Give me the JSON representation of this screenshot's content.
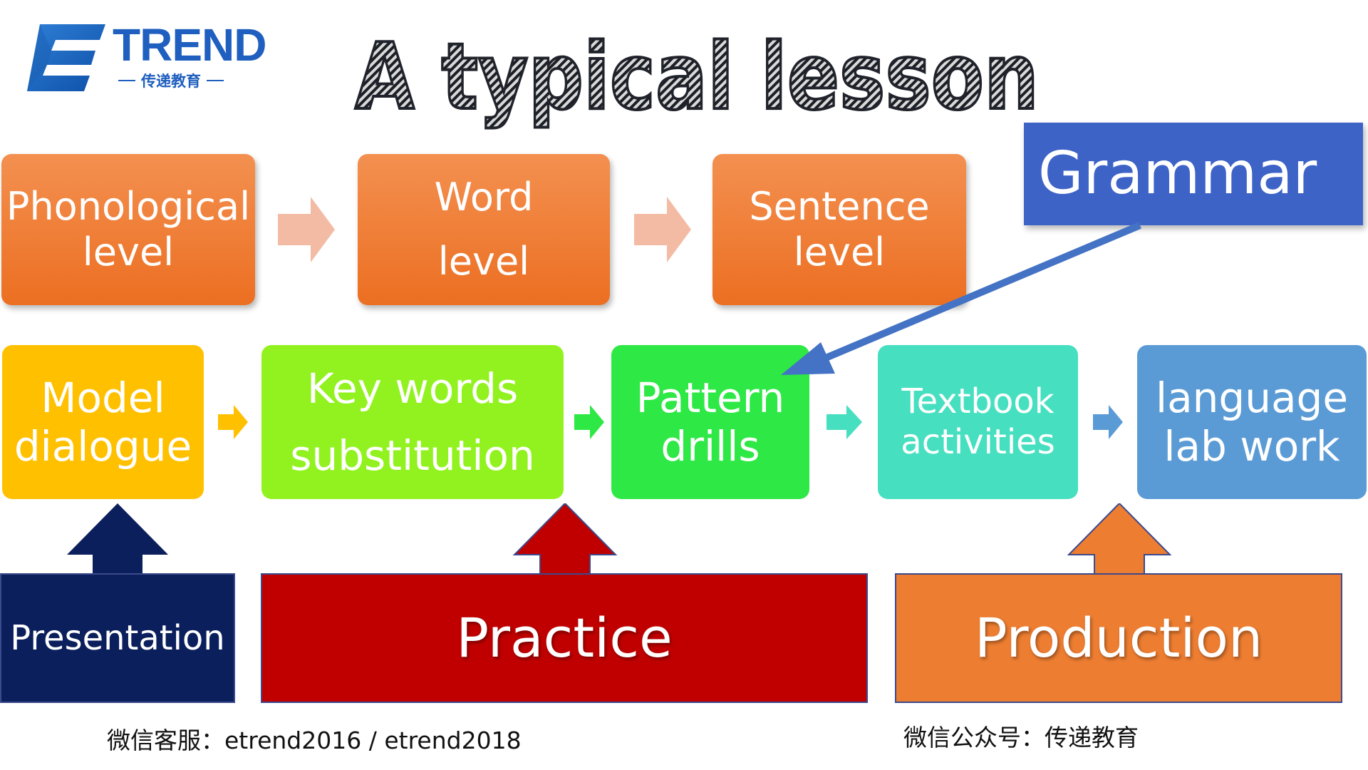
{
  "logo": {
    "brand": "TREND",
    "tagline": "传递教育"
  },
  "title": "A typical lesson",
  "levels": [
    {
      "lines": [
        "Phonological",
        "level"
      ]
    },
    {
      "lines": [
        "Word",
        "level"
      ]
    },
    {
      "lines": [
        "Sentence",
        "level"
      ]
    }
  ],
  "grammar": "Grammar",
  "steps": [
    {
      "lines": [
        "Model",
        "dialogue"
      ]
    },
    {
      "lines": [
        "Key words",
        "substitution"
      ]
    },
    {
      "lines": [
        "Pattern",
        "drills"
      ]
    },
    {
      "lines": [
        "Textbook",
        "activities"
      ]
    },
    {
      "lines": [
        "language",
        "lab work"
      ]
    }
  ],
  "phases": [
    "Presentation",
    "Practice",
    "Production"
  ],
  "footer": {
    "left": "微信客服：etrend2016 / etrend2018",
    "right": "微信公众号：传递教育"
  },
  "colors": {
    "level_orange": "#ed7d31",
    "grammar_blue": "#3d63c7",
    "model": "#ffc000",
    "keywords": "#92f21f",
    "pattern": "#2ee845",
    "textbook": "#46dfc0",
    "lab": "#5b9bd5",
    "presentation": "#0b1f5c",
    "practice": "#c00000",
    "production": "#ed7d31"
  }
}
